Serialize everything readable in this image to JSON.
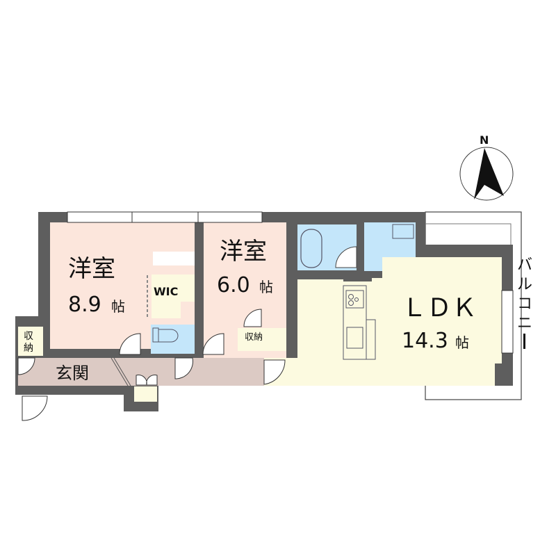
{
  "floorplan": {
    "colors": {
      "wall": "#5e5e5e",
      "western_room": "#fce6dc",
      "ldk": "#fcfae0",
      "entrance": "#dccac4",
      "wet_area": "#c4e6fa",
      "storage": "#fcfae0",
      "balcony": "#ffffff"
    },
    "compass": {
      "label": "N"
    },
    "rooms": {
      "western1": {
        "name": "洋室",
        "size": "8.9",
        "unit": "帖"
      },
      "western2": {
        "name": "洋室",
        "size": "6.0",
        "unit": "帖"
      },
      "ldk": {
        "name": "ＬＤＫ",
        "size": "14.3",
        "unit": "帖"
      },
      "wic": {
        "name": "WIC"
      },
      "entrance": {
        "name": "玄関"
      },
      "storage_entrance": {
        "name_line1": "収",
        "name_line2": "納"
      },
      "storage_room2": {
        "name": "収納"
      },
      "balcony": {
        "name_chars": [
          "バ",
          "ル",
          "コ",
          "ニ",
          "ー"
        ]
      }
    }
  }
}
